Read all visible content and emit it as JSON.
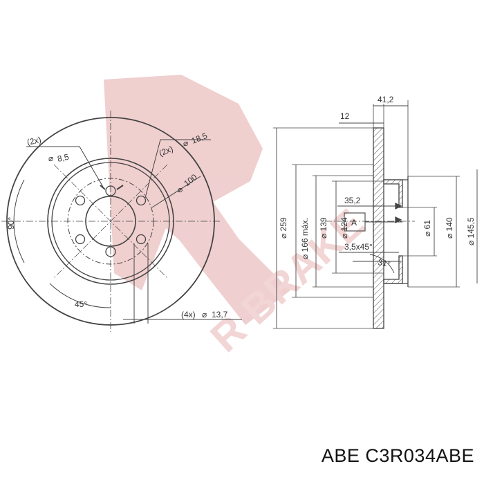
{
  "watermark": {
    "text": "R BRAKE",
    "color": "#e8b3b3"
  },
  "front_view": {
    "labels": {
      "small_hole_count": "(2x)",
      "small_hole_dia": "8,5",
      "bolt_hole_count": "(2x)",
      "bolt_hole_dia": "18,5",
      "pcd": "100",
      "angle_90": "90°",
      "angle_45": "45°",
      "stud_count": "(4x)",
      "stud_dia": "13,7"
    }
  },
  "section_view": {
    "labels": {
      "height_total": "41,2",
      "thickness": "12",
      "dia_outer": "259",
      "dia_friction": "166 máx.",
      "dia_139": "139",
      "dia_124": "124",
      "hat_depth": "35,2",
      "datum": "A",
      "chamfer": "3,5x45°",
      "angle_31": "31°",
      "dia_61": "61",
      "dia_140": "140",
      "dia_145": "145,5"
    }
  },
  "caption": {
    "brand": "ABE",
    "part_number": "C3R034ABE"
  }
}
